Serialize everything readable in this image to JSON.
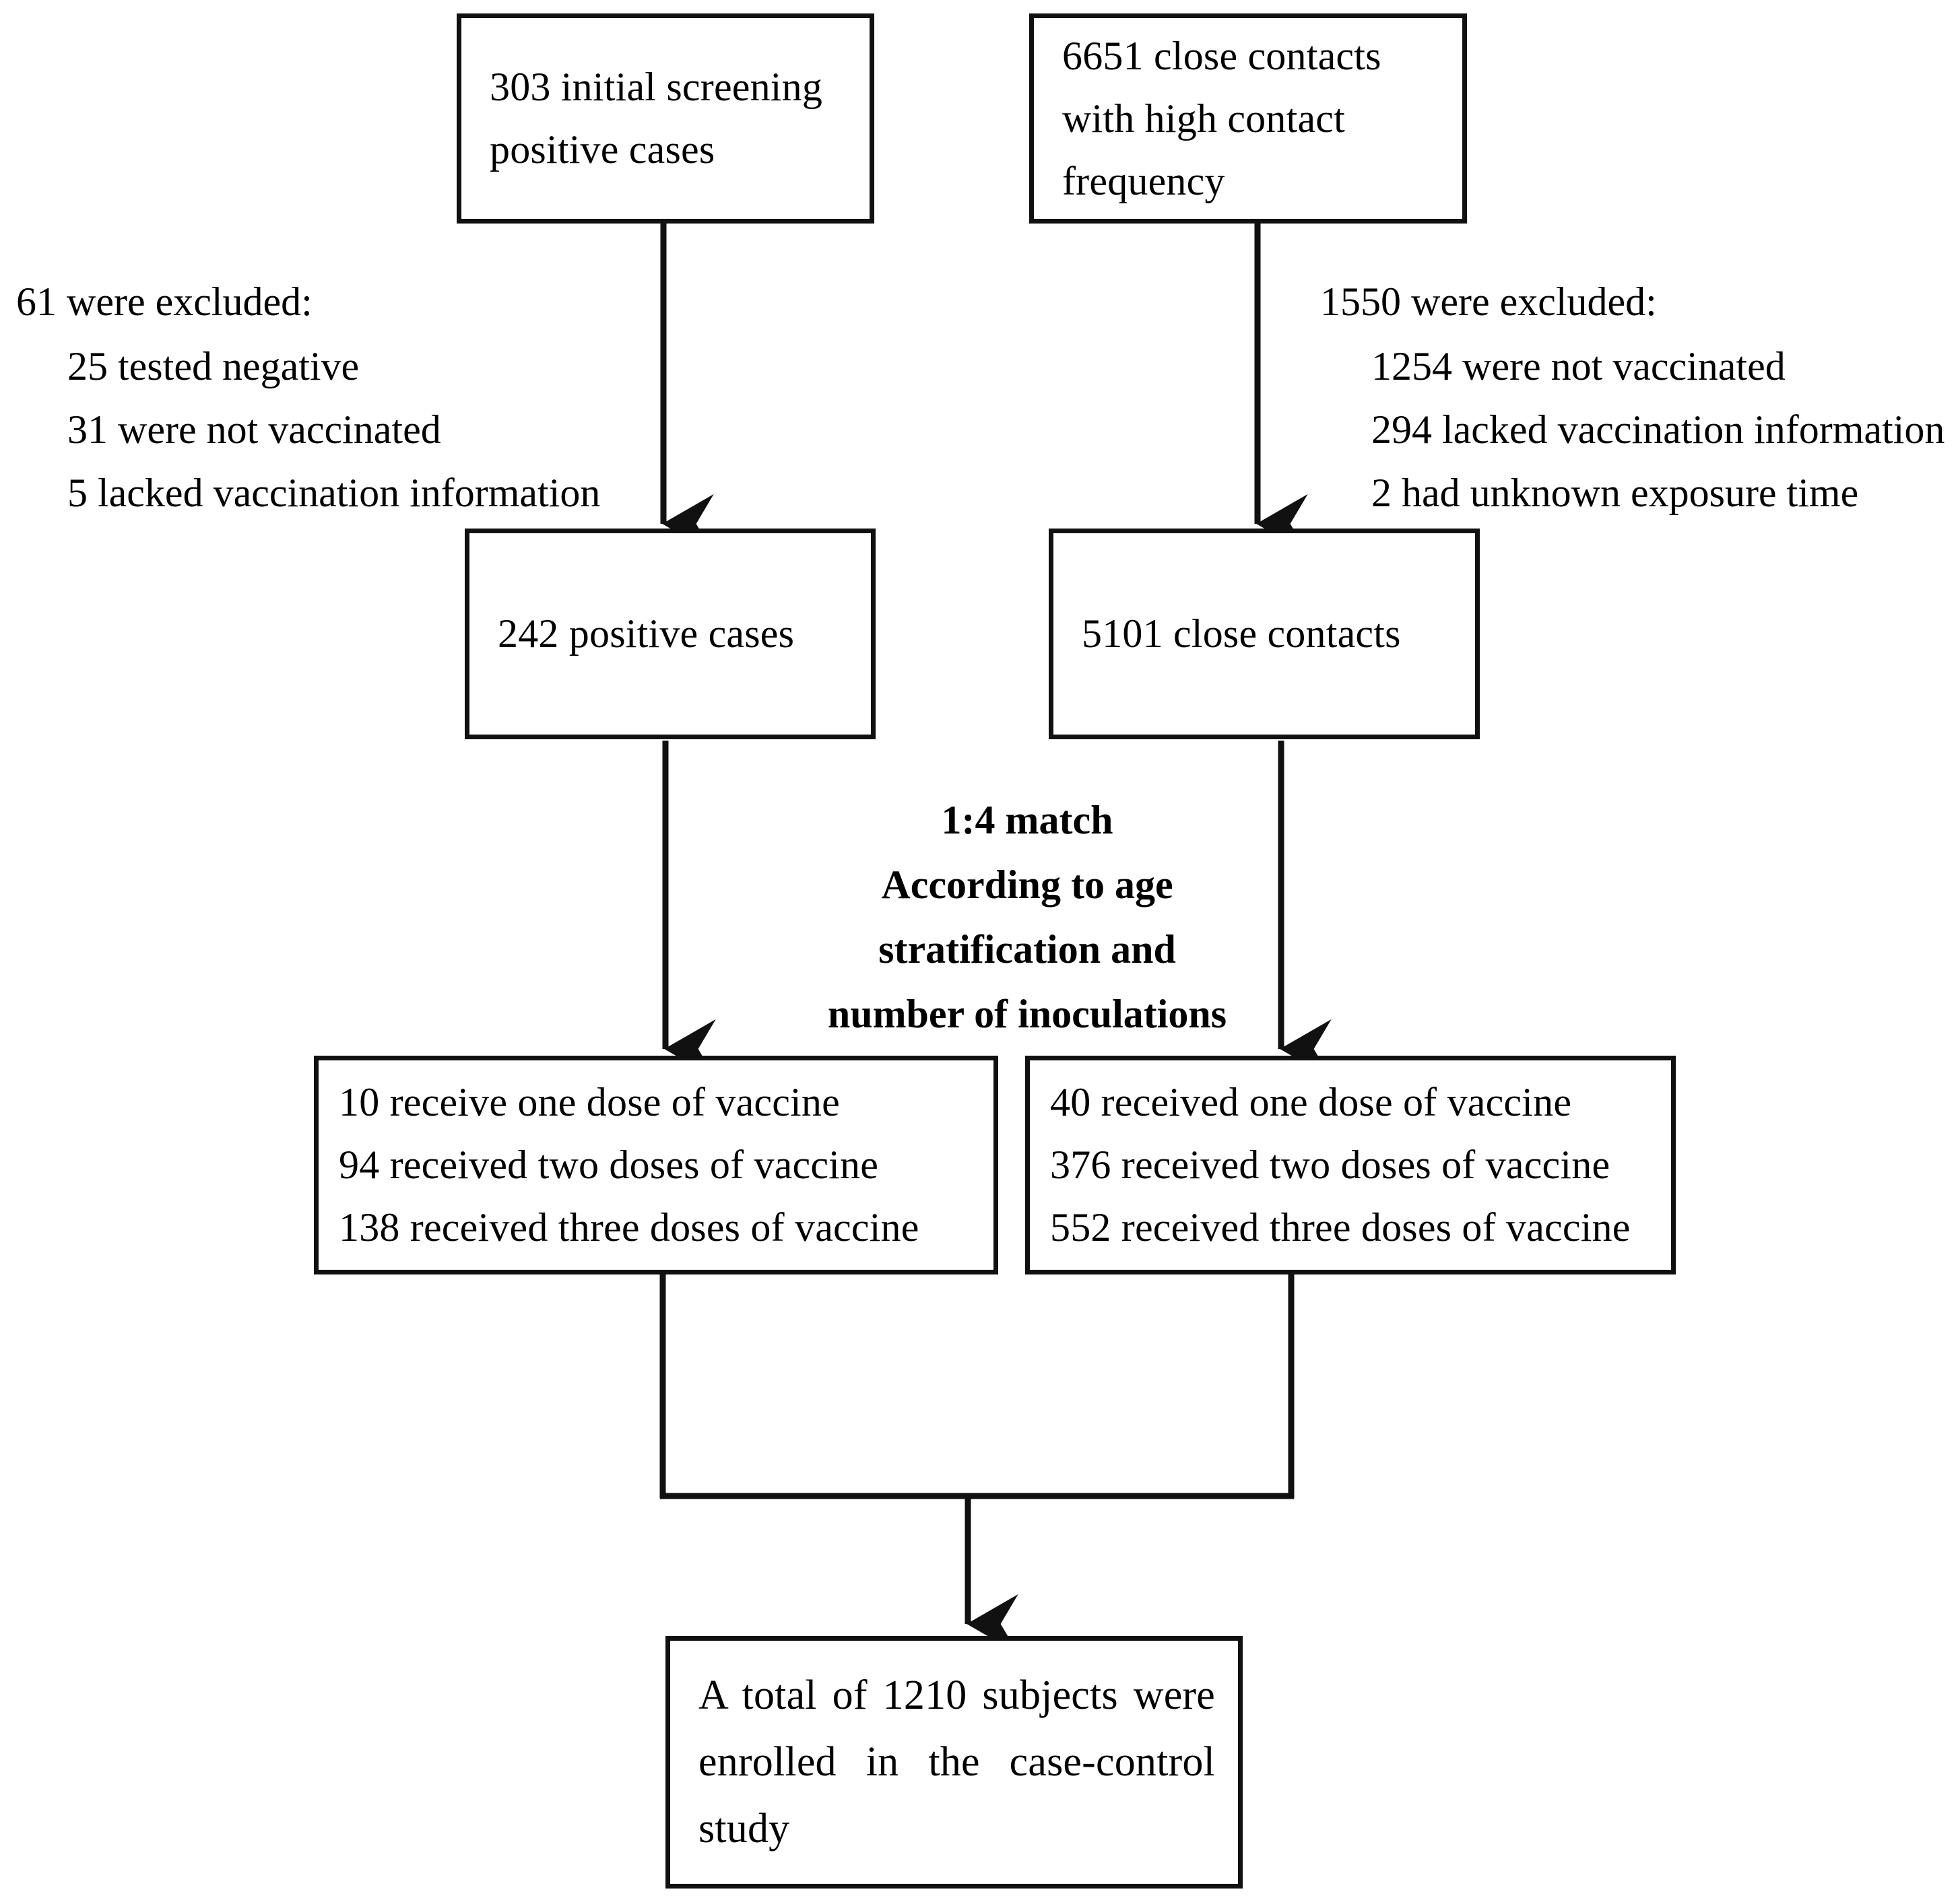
{
  "diagram": {
    "title": "Case-control study participant flow diagram",
    "colors": {
      "line": "#111111",
      "box_border": "#111111",
      "background": "#ffffff",
      "text": "#000000"
    },
    "nodes": {
      "screening_cases": {
        "lines": [
          "303 initial screening",
          "positive cases"
        ]
      },
      "close_contacts": {
        "lines": [
          "6651 close contacts",
          "with high contact",
          "frequency"
        ]
      },
      "positive_cases": {
        "lines": [
          "242 positive cases"
        ]
      },
      "close_contacts_included": {
        "lines": [
          "5101 close contacts"
        ]
      },
      "case_doses": {
        "lines": [
          "10 receive one dose of vaccine",
          "94 received two doses of vaccine",
          "138 received three doses of vaccine"
        ]
      },
      "control_doses": {
        "lines": [
          "40 received one dose of vaccine",
          "376 received two doses of vaccine",
          "552 received three doses of vaccine"
        ]
      },
      "enrolled_total": {
        "text": "A total of 1210 subjects were enrolled in the case-control study"
      }
    },
    "exclusions_left": {
      "header": "61 were excluded:",
      "items": [
        "25 tested negative",
        "31 were not vaccinated",
        "5 lacked vaccination information"
      ]
    },
    "exclusions_right": {
      "header": "1550 were excluded:",
      "items": [
        "1254 were not vaccinated",
        "294 lacked vaccination information",
        "2 had unknown exposure time"
      ]
    },
    "match_note": {
      "lines": [
        "1:4 match",
        "According to age",
        "stratification and",
        "number of inoculations"
      ]
    }
  }
}
